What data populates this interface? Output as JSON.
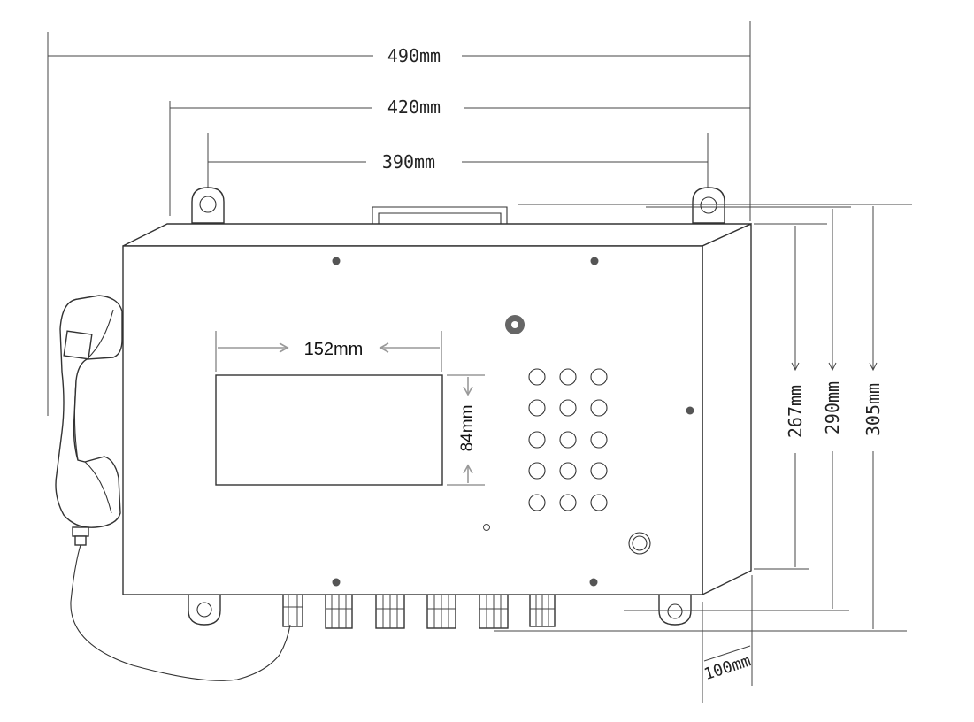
{
  "dimensions": {
    "overall_width": "490mm",
    "lug_width": "420mm",
    "hole_spacing": "390mm",
    "screen_width": "152mm",
    "screen_height": "84mm",
    "body_height": "267mm",
    "lug_height": "290mm",
    "overall_height": "305mm",
    "depth": "100mm"
  }
}
